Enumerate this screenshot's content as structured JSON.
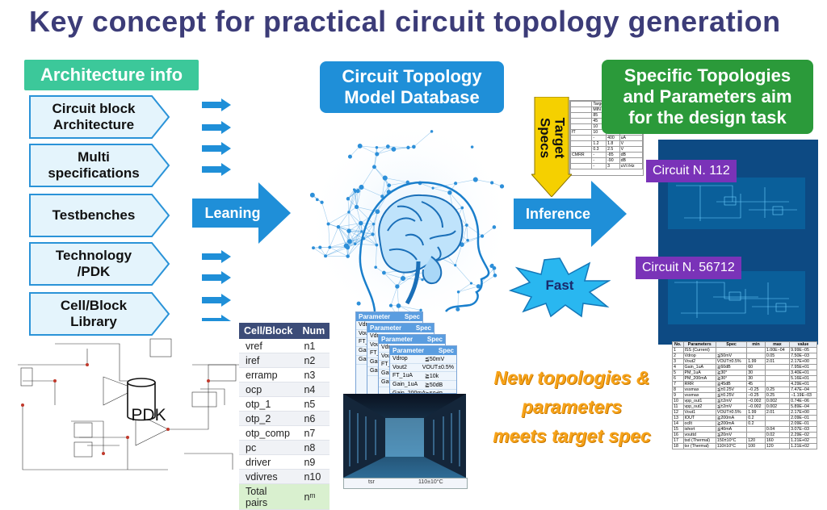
{
  "title": "Key concept for practical circuit topology generation",
  "architecture_info": {
    "header": "Architecture  info",
    "items": [
      "Circuit block\nArchitecture",
      "Multi\nspecifications",
      "Testbenches",
      "Technology\n/PDK",
      "Cell/Block\nLibrary"
    ]
  },
  "learning_arrow": "Leaning",
  "database_label": "Circuit Topology\nModel Database",
  "target_specs": "Target\nSpecs",
  "inference_arrow": "Inference",
  "fast_label": "Fast",
  "result_header": "Specific Topologies\nand Parameters aim\nfor the design task",
  "circuit_labels": [
    "Circuit N. 112",
    "Circuit N. 56712"
  ],
  "pdk_label": "PDK",
  "cell_table": {
    "headers": [
      "Cell/Block",
      "Num"
    ],
    "rows": [
      [
        "vref",
        "n1"
      ],
      [
        "iref",
        "n2"
      ],
      [
        "erramp",
        "n3"
      ],
      [
        "ocp",
        "n4"
      ],
      [
        "otp_1",
        "n5"
      ],
      [
        "otp_2",
        "n6"
      ],
      [
        "otp_comp",
        "n7"
      ],
      [
        "pc",
        "n8"
      ],
      [
        "driver",
        "n9"
      ],
      [
        "vdivres",
        "n10"
      ]
    ],
    "total_label": "Total pairs",
    "total_value": "nᵐ"
  },
  "spec_stack": {
    "headers": [
      "Parameter",
      "Spec"
    ],
    "rows": [
      [
        "Vdrop",
        "≦50mV"
      ],
      [
        "Vout2",
        "VOUT±0.5%"
      ],
      [
        "FT_1uA",
        "≧10k"
      ],
      [
        "Gain_1uA",
        "≧50dB"
      ],
      [
        "Gain_200mA",
        "≧50dB"
      ]
    ],
    "bottom_row": [
      "tsr",
      "110±10°C"
    ]
  },
  "new_topologies_text": "New topologies &\nparameters\nmeets target spec",
  "param_table": {
    "headers": [
      "No.",
      "Parameters",
      "Spec",
      "min",
      "max",
      "value"
    ],
    "rows": [
      [
        "1",
        "ISS (Current)",
        "",
        "",
        "1.00E−04",
        "9.99E−05"
      ],
      [
        "2",
        "Vdrop",
        "≦50mV",
        "",
        "0.05",
        "7.50E−03"
      ],
      [
        "3",
        "Vout2",
        "VOUT±0.5%",
        "1.99",
        "2.01",
        "2.17E+00"
      ],
      [
        "4",
        "Gain_1uA",
        "≧60dB",
        "60",
        "",
        "7.95E+01"
      ],
      [
        "5",
        "PM_1uA",
        "≧30°",
        "30",
        "",
        "3.40E+01"
      ],
      [
        "6",
        "PM_200mA",
        "≧30°",
        "30",
        "",
        "5.16E+01"
      ],
      [
        "7",
        "RRR",
        "≧45dB",
        "45",
        "",
        "4.29E+01"
      ],
      [
        "8",
        "vssmax",
        "≦±0.25V",
        "−0.25",
        "0.25",
        "7.47E−04"
      ],
      [
        "9",
        "vssmax",
        "≦±0.25V",
        "−0.25",
        "0.25",
        "−1.19E−03"
      ],
      [
        "10",
        "vpp_out1",
        "≦±2mV",
        "−0.002",
        "0.002",
        "0.74E−06"
      ],
      [
        "11",
        "vpp_out2",
        "≦±2mV",
        "−0.002",
        "0.002",
        "5.89E−04"
      ],
      [
        "12",
        "Vout1",
        "VOUT±0.5%",
        "1.99",
        "2.01",
        "2.17E+00"
      ],
      [
        "13",
        "IOUT",
        "≧200mA",
        "0.2",
        "",
        "2.09E−01"
      ],
      [
        "14",
        "ocllt",
        "≧200mA",
        "0.2",
        "",
        "2.09E−01"
      ],
      [
        "15",
        "ishort",
        "≦40mA",
        "",
        "0.04",
        "3.07E−03"
      ],
      [
        "16",
        "vouttd",
        "≦20mV",
        "",
        "0.02",
        "2.29E−02"
      ],
      [
        "17",
        "tsd (Thermal)",
        "150±10°C",
        "120",
        "160",
        "1.21E+02"
      ],
      [
        "18",
        "tsr (Thermal)",
        "110±10°C",
        "100",
        "120",
        "1.21E+02"
      ]
    ]
  },
  "target_mini_table": {
    "header": "Targe",
    "subheader": "MIN",
    "rows": [
      [
        "",
        "85",
        "",
        ""
      ],
      [
        "",
        "45",
        "",
        ""
      ],
      [
        "",
        "10",
        "",
        ""
      ],
      [
        "fT",
        "10",
        "-",
        "MHz"
      ],
      [
        "",
        "-",
        "400",
        "uA"
      ],
      [
        "",
        "1.2",
        "1.8",
        "V"
      ],
      [
        "",
        "0.3",
        "2.5",
        "V"
      ],
      [
        "CMRR",
        "-",
        "-85",
        "dB"
      ],
      [
        "",
        "-",
        "-90",
        "dB"
      ],
      [
        "",
        "-",
        "3",
        "uV/√Hz"
      ]
    ]
  },
  "colors": {
    "title": "#3c3c78",
    "green_header": "#3cc89a",
    "blue_header": "#1f8fd8",
    "result_header": "#2b9a3a",
    "arrow_blue": "#1f8fd8",
    "target_yellow": "#f5d000",
    "circuit_label": "#7a33b8",
    "orange_text": "#f7a319",
    "table_header": "#3c4c78"
  },
  "icons": [
    "brain-network-icon",
    "server-room-icon",
    "schematic-icon",
    "starburst-icon"
  ]
}
